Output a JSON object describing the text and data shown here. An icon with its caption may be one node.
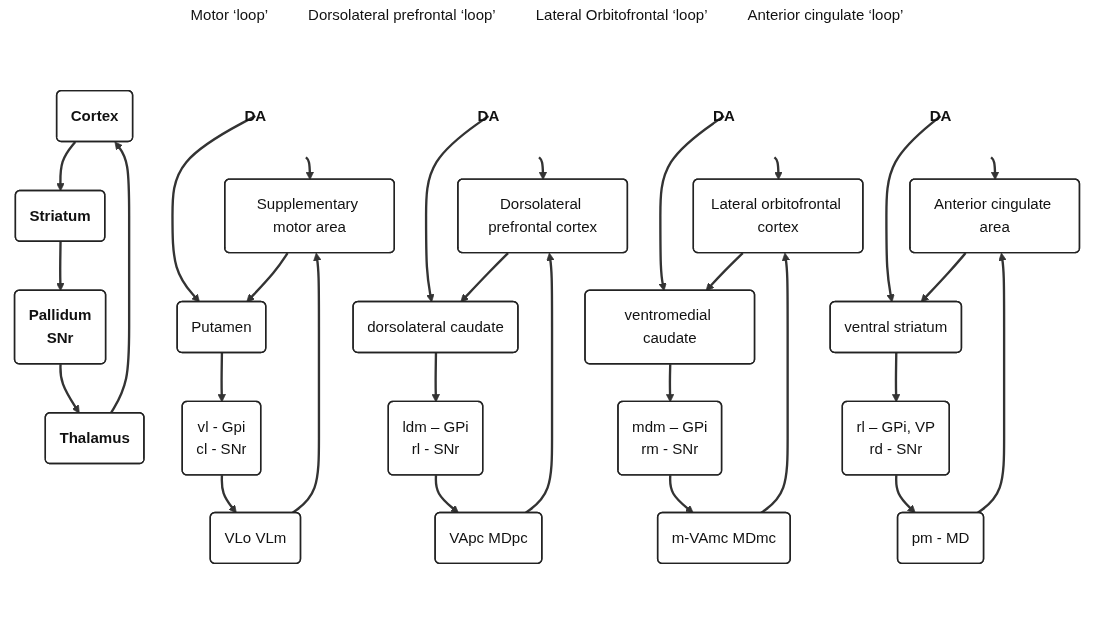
{
  "diagram": {
    "nodes": [
      {
        "text": [
          "Cortex"
        ]
      },
      {
        "text": [
          "Striatum"
        ]
      },
      {
        "text": [
          "Pallidum",
          "SNr"
        ]
      },
      {
        "text": [
          "Thalamus"
        ]
      },
      {
        "text": [
          "Supplementary motor area"
        ]
      },
      {
        "text": [
          "DA"
        ]
      },
      {
        "text": [
          "Putamen"
        ]
      },
      {
        "text": [
          "vl - Gpi",
          "cl - SNr"
        ]
      },
      {
        "text": [
          "VLo VLm"
        ]
      },
      {
        "text": [
          "Dorsolateral prefrontal cortex"
        ]
      },
      {
        "text": [
          "DA"
        ]
      },
      {
        "text": [
          "dorsolateral caudate"
        ]
      },
      {
        "text": [
          "ldm – GPi",
          "rl - SNr"
        ]
      },
      {
        "text": [
          "VApc MDpc"
        ]
      },
      {
        "text": [
          "Lateral orbitofrontal cortex"
        ]
      },
      {
        "text": [
          "DA"
        ]
      },
      {
        "text": [
          "ventromedial caudate"
        ]
      },
      {
        "text": [
          "mdm – GPi",
          "rm - SNr"
        ]
      },
      {
        "text": [
          "m-VAmc MDmc"
        ]
      },
      {
        "text": [
          "Anterior cingulate area"
        ]
      },
      {
        "text": [
          "DA"
        ]
      },
      {
        "text": [
          "ventral striatum"
        ]
      },
      {
        "text": [
          "rl – GPi, VP",
          "rd - SNr"
        ]
      },
      {
        "text": [
          "pm - MD"
        ]
      }
    ],
    "edges": [
      {
        "from": 0,
        "to": 1,
        "arrow": "to"
      },
      {
        "from": 1,
        "to": 2,
        "arrow": "to"
      },
      {
        "from": 2,
        "to": 3,
        "arrow": "to"
      },
      {
        "from": 3,
        "to": 0,
        "arrow": "to"
      },
      {
        "from": 5,
        "to": 4,
        "arrow": "to"
      },
      {
        "from": 5,
        "to": 6,
        "arrow": "to"
      },
      {
        "from": 4,
        "to": 6,
        "arrow": "to"
      },
      {
        "from": 6,
        "to": 7,
        "arrow": "to"
      },
      {
        "from": 7,
        "to": 8,
        "arrow": "to"
      },
      {
        "from": 8,
        "to": 4,
        "arrow": "to"
      },
      {
        "from": 10,
        "to": 9,
        "arrow": "to"
      },
      {
        "from": 10,
        "to": 11,
        "arrow": "to"
      },
      {
        "from": 9,
        "to": 11,
        "arrow": "to"
      },
      {
        "from": 11,
        "to": 12,
        "arrow": "to"
      },
      {
        "from": 12,
        "to": 13,
        "arrow": "to"
      },
      {
        "from": 13,
        "to": 9,
        "arrow": "to"
      },
      {
        "from": 15,
        "to": 14,
        "arrow": "to"
      },
      {
        "from": 15,
        "to": 16,
        "arrow": "to"
      },
      {
        "from": 14,
        "to": 16,
        "arrow": "to"
      },
      {
        "from": 16,
        "to": 17,
        "arrow": "to"
      },
      {
        "from": 17,
        "to": 18,
        "arrow": "to"
      },
      {
        "from": 18,
        "to": 14,
        "arrow": "to"
      },
      {
        "from": 20,
        "to": 19,
        "arrow": "to"
      },
      {
        "from": 20,
        "to": 21,
        "arrow": "to"
      },
      {
        "from": 19,
        "to": 21,
        "arrow": "to"
      },
      {
        "from": 21,
        "to": 22,
        "arrow": "to"
      },
      {
        "from": 22,
        "to": 23,
        "arrow": "to"
      },
      {
        "from": 23,
        "to": 19,
        "arrow": "to"
      }
    ],
    "labels": [
      "Motor ‘loop’",
      "Dorsolateral prefrontal ‘loop’",
      "Lateral Orbitofrontal ‘loop’",
      "Anterior cingulate ‘loop’"
    ]
  }
}
